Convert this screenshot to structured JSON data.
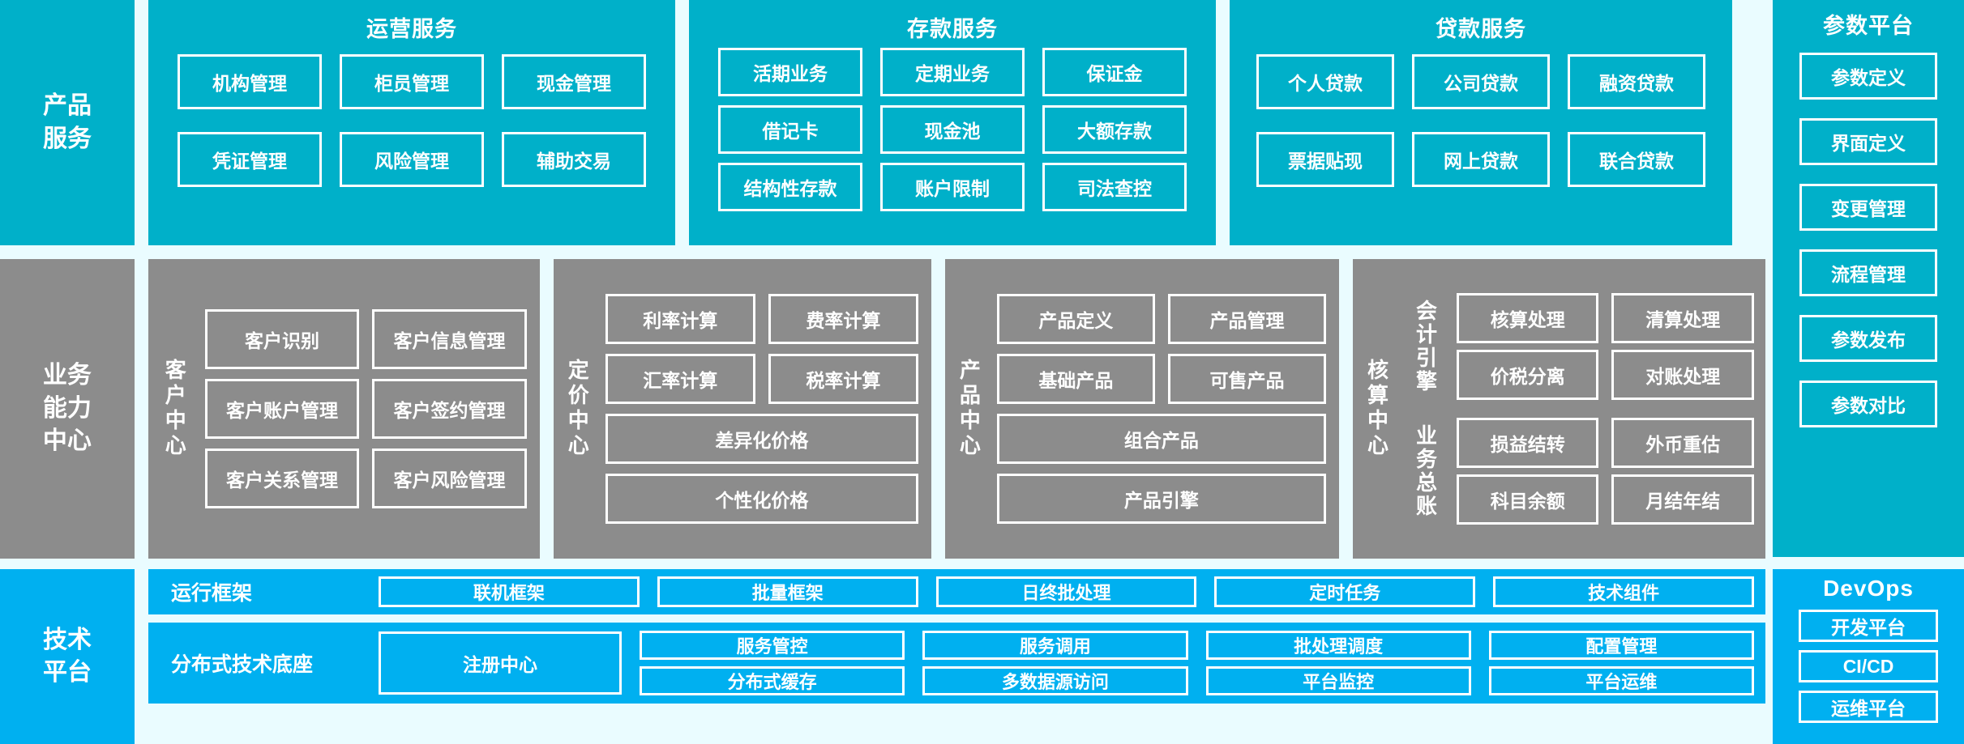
{
  "layers": {
    "products": {
      "label": "产品\n服务",
      "color": "#00b0c9",
      "panels": [
        {
          "title": "运营服务",
          "items": [
            "机构管理",
            "柜员管理",
            "现金管理",
            "凭证管理",
            "风险管理",
            "辅助交易"
          ]
        },
        {
          "title": "存款服务",
          "items": [
            "活期业务",
            "定期业务",
            "保证金",
            "借记卡",
            "现金池",
            "大额存款",
            "结构性存款",
            "账户限制",
            "司法查控"
          ]
        },
        {
          "title": "贷款服务",
          "items": [
            "个人贷款",
            "公司贷款",
            "融资贷款",
            "票据贴现",
            "网上贷款",
            "联合贷款"
          ]
        }
      ]
    },
    "parameter_platform": {
      "title": "参数平台",
      "color": "#00b0c9",
      "items": [
        "参数定义",
        "界面定义",
        "变更管理",
        "流程管理",
        "参数发布",
        "参数对比"
      ]
    },
    "business": {
      "label": "业务\n能力\n中心",
      "color": "#8c8c8c",
      "centers": [
        {
          "name": "客户中心",
          "rows": [
            [
              "客户识别",
              "客户信息管理"
            ],
            [
              "客户账户管理",
              "客户签约管理"
            ],
            [
              "客户关系管理",
              "客户风险管理"
            ]
          ]
        },
        {
          "name": "定价中心",
          "rows": [
            [
              "利率计算",
              "费率计算"
            ],
            [
              "汇率计算",
              "税率计算"
            ],
            [
              "差异化价格"
            ],
            [
              "个性化价格"
            ]
          ]
        },
        {
          "name": "产品中心",
          "rows": [
            [
              "产品定义",
              "产品管理"
            ],
            [
              "基础产品",
              "可售产品"
            ],
            [
              "组合产品"
            ],
            [
              "产品引擎"
            ]
          ]
        },
        {
          "name": "核算中心",
          "groups": [
            {
              "name": "会计引擎",
              "rows": [
                [
                  "核算处理",
                  "清算处理"
                ],
                [
                  "价税分离",
                  "对账处理"
                ]
              ]
            },
            {
              "name": "业务总账",
              "rows": [
                [
                  "损益结转",
                  "外币重估"
                ],
                [
                  "科目余额",
                  "月结年结"
                ]
              ]
            }
          ]
        }
      ]
    },
    "technology": {
      "label": "技术\n平台",
      "color": "#00b0f0",
      "bands": [
        {
          "name": "运行框架",
          "items": [
            "联机框架",
            "批量框架",
            "日终批处理",
            "定时任务",
            "技术组件"
          ]
        },
        {
          "name": "分布式技术底座",
          "primary": "注册中心",
          "top_items": [
            "服务管控",
            "服务调用",
            "批处理调度",
            "配置管理"
          ],
          "bottom_items": [
            "分布式缓存",
            "多数据源访问",
            "平台监控",
            "平台运维"
          ]
        }
      ]
    },
    "devops": {
      "title": "DevOps",
      "color": "#00b0f0",
      "items": [
        "开发平台",
        "CI/CD",
        "运维平台"
      ]
    }
  }
}
